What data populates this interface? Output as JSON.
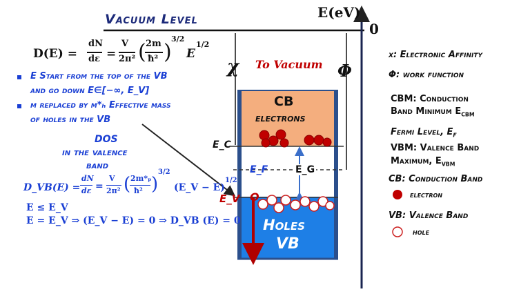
{
  "vacuum_level": "Vacuum Level",
  "energy_axis": {
    "label": "E(eV)",
    "zero": "0"
  },
  "dos_formula": {
    "lhs": "D(E) =",
    "frac1_num": "dN",
    "frac1_den": "dε",
    "eq": "=",
    "frac2_num": "V",
    "frac2_den": "2π²",
    "paren_num": "2m",
    "paren_den": "ħ²",
    "exp_outer": "3/2",
    "tail": "E",
    "tail_exp": "1/2"
  },
  "bullets": [
    {
      "line1": "E Start from the top of the VB",
      "line2": "and go down E∈[−∞, E_V]"
    },
    {
      "line1": "m replaced by m*ₕ Effective mass",
      "line2": "of holes in the VB"
    }
  ],
  "dos_title": [
    "DOS",
    "in the valence",
    "band"
  ],
  "dos_vb_formula": {
    "lhs": "D_VB(E) =",
    "frac1_num": "dN",
    "frac1_den": "dε",
    "frac2_num": "V",
    "frac2_den": "2π²",
    "paren_num": "2m*ₚ",
    "paren_den": "ħ²",
    "exp_outer": "3/2",
    "tail": "(E_V − E)",
    "tail_exp": "1/2"
  },
  "conditions": [
    "E ≤ E_V",
    "E = E_V ⇒ (E_V − E) = 0 ⇒ D_VB (E) = 0"
  ],
  "diagram": {
    "chi": "χ",
    "phi": "Φ",
    "to_vacuum": "To Vacuum",
    "cb_title": "CB",
    "cb_sub": "electrons",
    "ec": "E_C",
    "ef": "E_F",
    "eg": "E_G",
    "ev": "E_V",
    "origin": "O",
    "vb_title": "Holes",
    "vb_sub": "VB"
  },
  "legend": {
    "chi": "χ: Electronic Affinity",
    "phi": "Φ: work function",
    "cbm_line1": "CBM: Conduction",
    "cbm_line2": "Band Minimum E",
    "cbm_sub": "CBM",
    "fermi": "Fermi Level, E",
    "fermi_sub": "F",
    "vbm_line1": "VBM: Valence Band",
    "vbm_line2": "Maximum, E",
    "vbm_sub": "VBM",
    "cb": "CB: Conduction Band",
    "electron": "electron",
    "vb": "VB: Valence Band",
    "hole": "hole"
  },
  "colors": {
    "cb_fill": "#f4ae7e",
    "vb_fill": "#1e7fe6",
    "frame": "#2b4f8c",
    "electron": "#c00000",
    "accent_blue": "#1a3fd4",
    "red": "#c00000"
  }
}
